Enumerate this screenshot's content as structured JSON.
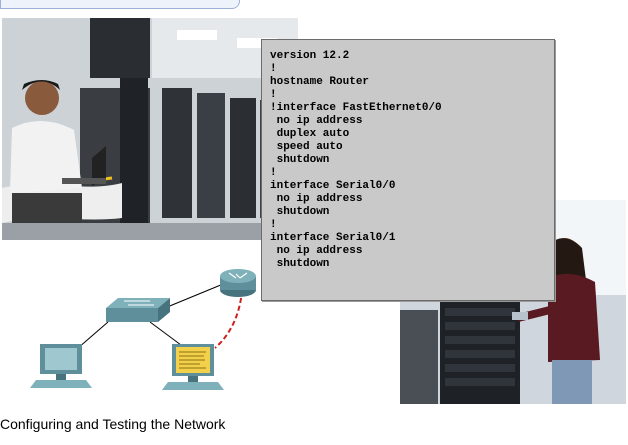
{
  "config": {
    "lines": [
      "version 12.2",
      "!",
      "hostname Router",
      "!",
      "!interface FastEthernet0/0",
      " no ip address",
      " duplex auto",
      " speed auto",
      " shutdown",
      "!",
      "interface Serial0/0",
      " no ip address",
      " shutdown",
      "!",
      "interface Serial0/1",
      " no ip address",
      " shutdown"
    ]
  },
  "caption": "Configuring and Testing the Network",
  "icons": {
    "router": "router-icon",
    "switch": "switch-icon",
    "pc_left": "pc-icon",
    "pc_config": "pc-with-console-icon"
  },
  "colors": {
    "config_bg": "#c9c9c9",
    "device_teal": "#5f8f9a",
    "console_link": "#cc1f1f",
    "monitor_screen_note": "#f3d04a"
  }
}
